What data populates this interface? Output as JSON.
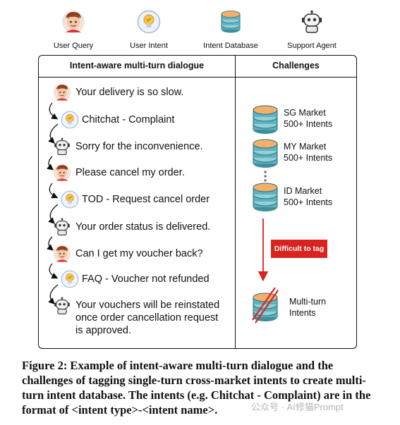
{
  "legend": {
    "user_query": "User Query",
    "user_intent": "User Intent",
    "intent_database": "Intent Database",
    "support_agent": "Support Agent"
  },
  "headers": {
    "left": "Intent-aware multi-turn dialogue",
    "right": "Challenges"
  },
  "dialogue": [
    {
      "role": "user",
      "text": "Your delivery is so slow."
    },
    {
      "role": "intent",
      "text": "Chitchat - Complaint"
    },
    {
      "role": "agent",
      "text": "Sorry for the inconvenience."
    },
    {
      "role": "user",
      "text": "Please cancel my order."
    },
    {
      "role": "intent",
      "text": "TOD - Request cancel order"
    },
    {
      "role": "agent",
      "text": "Your order status is delivered."
    },
    {
      "role": "user",
      "text": "Can I get my voucher back?"
    },
    {
      "role": "intent",
      "text": "FAQ - Voucher not refunded"
    },
    {
      "role": "agent",
      "lines": [
        "Your vouchers will be reinstated",
        "once order cancellation request",
        "is approved."
      ]
    }
  ],
  "markets": [
    {
      "name": "SG Market",
      "count": "500+ Intents"
    },
    {
      "name": "MY Market",
      "count": "500+ Intents"
    },
    {
      "name": "ID Market",
      "count": "500+ Intents"
    }
  ],
  "tag_label": "Difficult to tag",
  "multi_turn": [
    "Multi-turn",
    "Intents"
  ],
  "caption": "Figure 2: Example of intent-aware multi-turn dialogue and the challenges of tagging single-turn cross-market intents to create multi-turn intent database. The intents (e.g. Chitchat - Complaint) are in the format of <intent type>-<intent name>.",
  "watermark": "公众号 · AI修猫Prompt",
  "colors": {
    "accent_red": "#d9231e",
    "db_teal": "#5fb3c0",
    "db_orange": "#f0a35a"
  }
}
